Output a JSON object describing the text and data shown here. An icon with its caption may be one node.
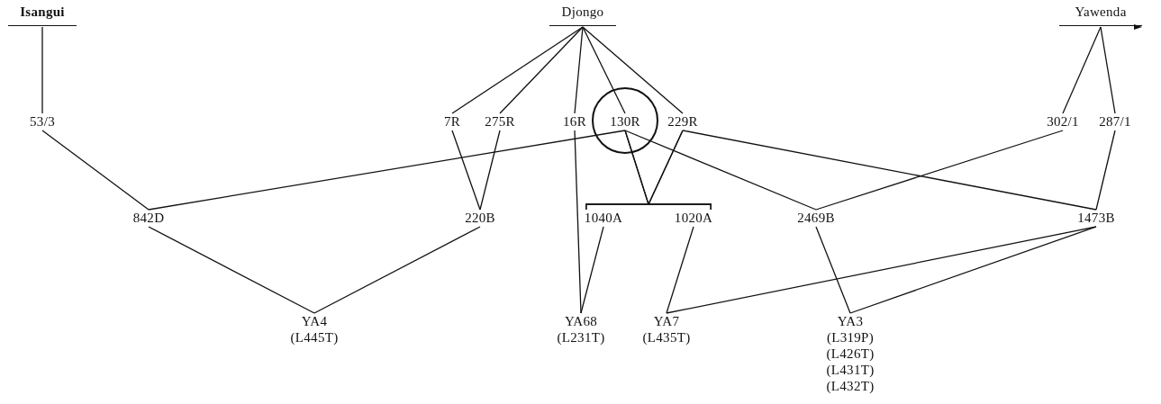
{
  "diagram": {
    "nodes": [
      {
        "text": [
          "Isangui"
        ]
      },
      {
        "text": [
          "Djongo"
        ]
      },
      {
        "text": [
          "Yawenda"
        ]
      },
      {
        "text": [
          "53/3"
        ]
      },
      {
        "text": [
          "7R"
        ]
      },
      {
        "text": [
          "275R"
        ]
      },
      {
        "text": [
          "16R"
        ]
      },
      {
        "text": [
          "130R"
        ]
      },
      {
        "text": [
          "229R"
        ]
      },
      {
        "text": [
          "302/1"
        ]
      },
      {
        "text": [
          "287/1"
        ]
      },
      {
        "text": [
          "842D"
        ]
      },
      {
        "text": [
          "220B"
        ]
      },
      {
        "text": [
          "1040A"
        ]
      },
      {
        "text": [
          "1020A"
        ]
      },
      {
        "text": [
          "2469B"
        ]
      },
      {
        "text": [
          "1473B"
        ]
      },
      {
        "text": [
          "YA4",
          "(L445T)"
        ]
      },
      {
        "text": [
          "YA68",
          "(L231T)"
        ]
      },
      {
        "text": [
          "YA7",
          "(L435T)"
        ]
      },
      {
        "text": [
          "YA3",
          "(L319P)",
          "(L426T)",
          "(L431T)",
          "(L432T)"
        ]
      }
    ],
    "edges": [
      {
        "from": 0,
        "to": 3,
        "arrow": "none"
      },
      {
        "from": 1,
        "to": 4,
        "arrow": "none"
      },
      {
        "from": 1,
        "to": 5,
        "arrow": "none"
      },
      {
        "from": 1,
        "to": 6,
        "arrow": "none"
      },
      {
        "from": 1,
        "to": 7,
        "arrow": "none"
      },
      {
        "from": 1,
        "to": 8,
        "arrow": "none"
      },
      {
        "from": 2,
        "to": 9,
        "arrow": "none"
      },
      {
        "from": 2,
        "to": 10,
        "arrow": "none"
      },
      {
        "from": 3,
        "to": 11,
        "arrow": "none"
      },
      {
        "from": 7,
        "to": 11,
        "arrow": "none"
      },
      {
        "from": 4,
        "to": 12,
        "arrow": "none"
      },
      {
        "from": 5,
        "to": 12,
        "arrow": "none"
      },
      {
        "from": 6,
        "to": 18,
        "arrow": "none"
      },
      {
        "from": 7,
        "to": 13,
        "arrow": "none"
      },
      {
        "from": 7,
        "to": 14,
        "arrow": "none"
      },
      {
        "from": 8,
        "to": 13,
        "arrow": "none"
      },
      {
        "from": 8,
        "to": 14,
        "arrow": "none"
      },
      {
        "from": 7,
        "to": 15,
        "arrow": "none"
      },
      {
        "from": 8,
        "to": 16,
        "arrow": "none"
      },
      {
        "from": 9,
        "to": 15,
        "arrow": "none"
      },
      {
        "from": 10,
        "to": 16,
        "arrow": "none"
      },
      {
        "from": 11,
        "to": 17,
        "arrow": "none"
      },
      {
        "from": 12,
        "to": 17,
        "arrow": "none"
      },
      {
        "from": 13,
        "to": 18,
        "arrow": "none"
      },
      {
        "from": 14,
        "to": 19,
        "arrow": "none"
      },
      {
        "from": 16,
        "to": 19,
        "arrow": "none"
      },
      {
        "from": 15,
        "to": 20,
        "arrow": "none"
      },
      {
        "from": 16,
        "to": 20,
        "arrow": "none"
      }
    ]
  }
}
